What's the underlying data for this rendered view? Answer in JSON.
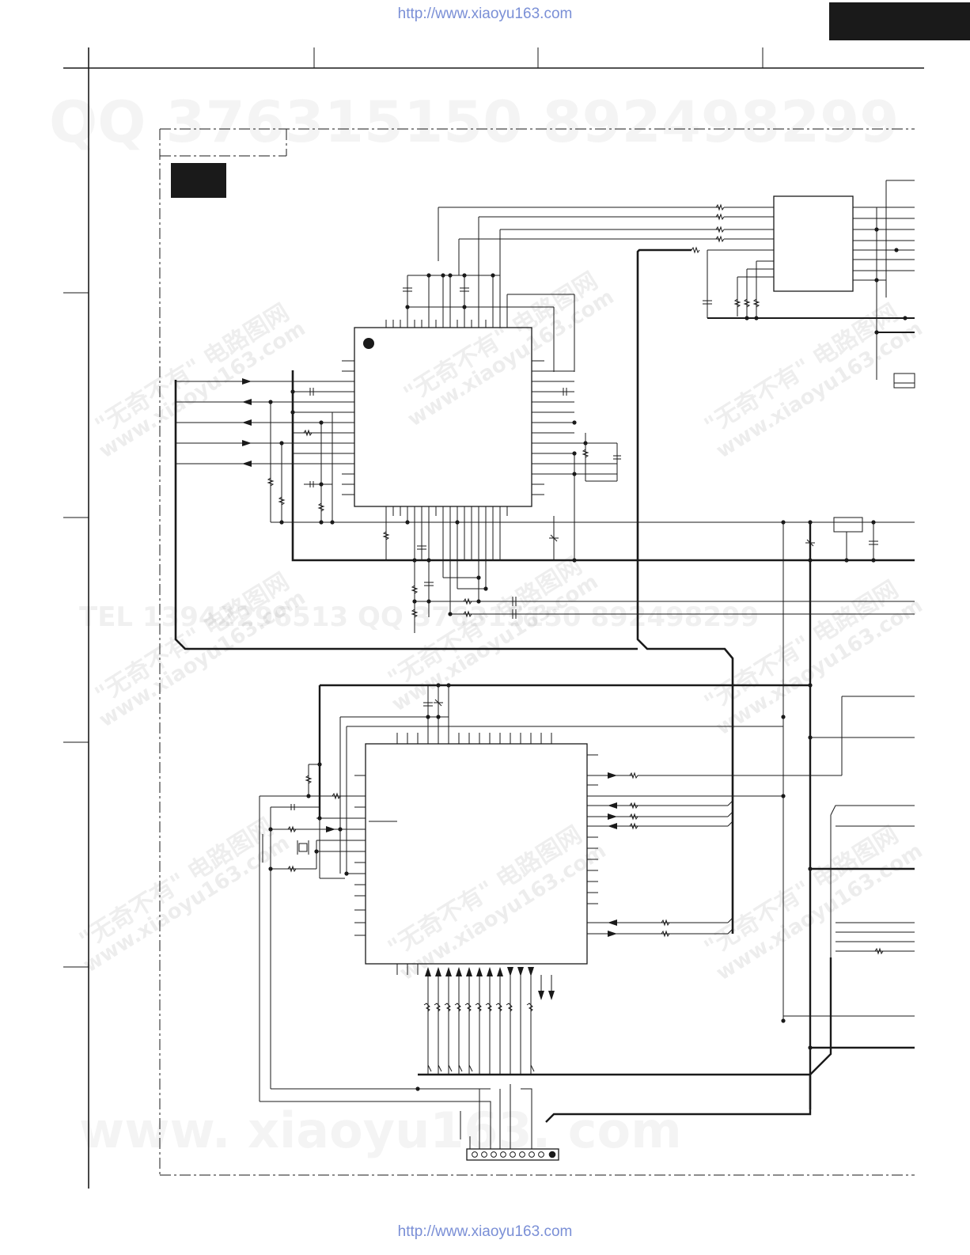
{
  "header": {
    "url_top": "http://www.xiaoyu163.com",
    "url_bottom": "http://www.xiaoyu163.com"
  },
  "watermarks": {
    "qq_line": "QQ 376315150     892498299",
    "tel_line": "TEL 13942296513     QQ 376315150   892498299",
    "site_big": "www. xiaoyu163. com",
    "brand": "\"无奇不有\" 电路图网",
    "site_small": "www.xiaoyu163.com"
  },
  "colors": {
    "line": "#1a1a1a",
    "url": "#7a8fd6",
    "block": "#1a1a1a"
  }
}
